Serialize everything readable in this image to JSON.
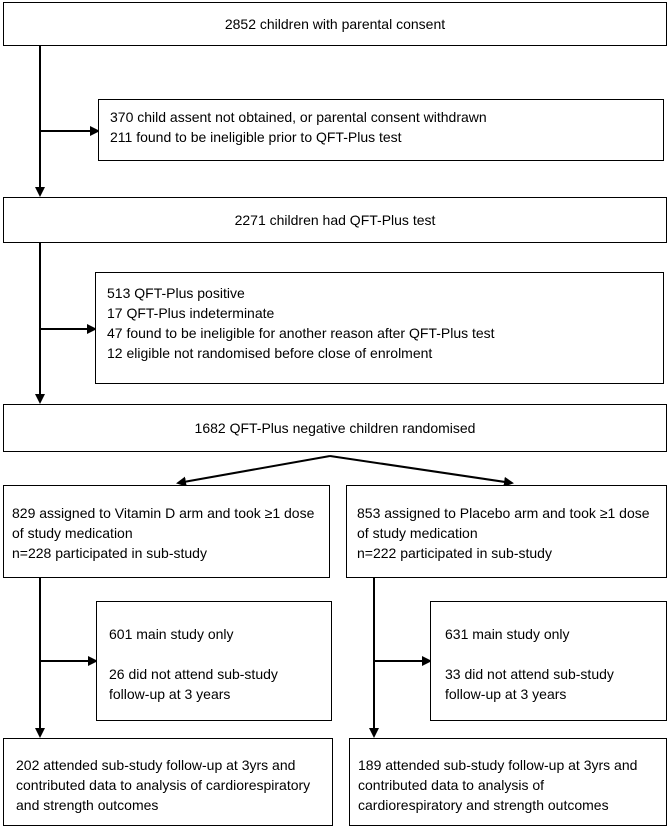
{
  "flow": {
    "consent": "2852 children with parental consent",
    "exclusion1": [
      "370 child assent not obtained, or parental consent withdrawn",
      "211 found to be ineligible prior to QFT-Plus test"
    ],
    "tested": "2271 children had QFT-Plus test",
    "exclusion2": [
      "513 QFT-Plus positive",
      "17 QFT-Plus indeterminate",
      "47 found to be ineligible for another reason after QFT-Plus test",
      "12 eligible not randomised before close of enrolment"
    ],
    "randomised": "1682 QFT-Plus negative children randomised",
    "vitd": {
      "assigned": [
        "829 assigned to Vitamin D arm and took ≥1 dose",
        "of study medication",
        "n=228 participated in sub-study"
      ],
      "excluded": {
        "main_only": "601 main study only",
        "not_attend": [
          "26 did not attend sub-study",
          "follow-up at 3 years"
        ]
      },
      "analysed": [
        "202 attended sub-study follow-up at 3yrs and",
        "contributed data to analysis of cardiorespiratory",
        "and strength outcomes"
      ]
    },
    "placebo": {
      "assigned": [
        "853 assigned to Placebo arm and took ≥1 dose",
        "of study medication",
        "n=222 participated in sub-study"
      ],
      "excluded": {
        "main_only": "631 main study only",
        "not_attend": [
          "33 did not attend sub-study",
          "follow-up at 3 years"
        ]
      },
      "analysed": [
        "189 attended sub-study follow-up at 3yrs and",
        "contributed data to analysis of",
        "cardiorespiratory and strength outcomes"
      ]
    }
  }
}
